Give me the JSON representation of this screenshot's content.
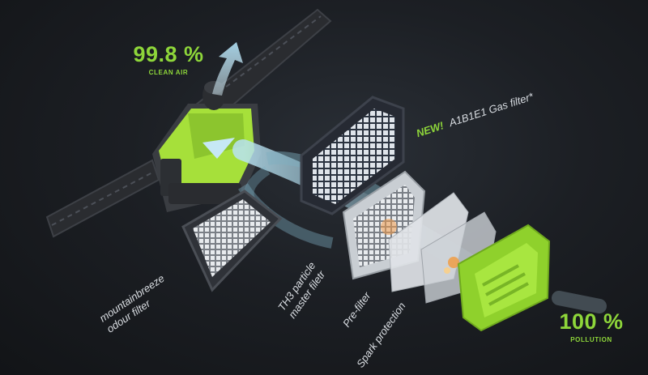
{
  "clean_air": {
    "value": "99.8 %",
    "label": "CLEAN AIR"
  },
  "pollution": {
    "value": "100 %",
    "label": "POLLUTION"
  },
  "labels": {
    "gas_filter_new": "NEW!",
    "gas_filter": "A1B1E1 Gas filter*",
    "odour_filter_line1": "mountainbreeze",
    "odour_filter_line2": "odour filter",
    "th3_line1": "TH3 particle",
    "th3_line2": "master filetr",
    "pre_filter": "Pre-filter",
    "spark": "Spark protection"
  },
  "colors": {
    "accent_green": "#8ed63a",
    "airflow_blue": "#9fd4ea",
    "background": "#1a1d22"
  }
}
